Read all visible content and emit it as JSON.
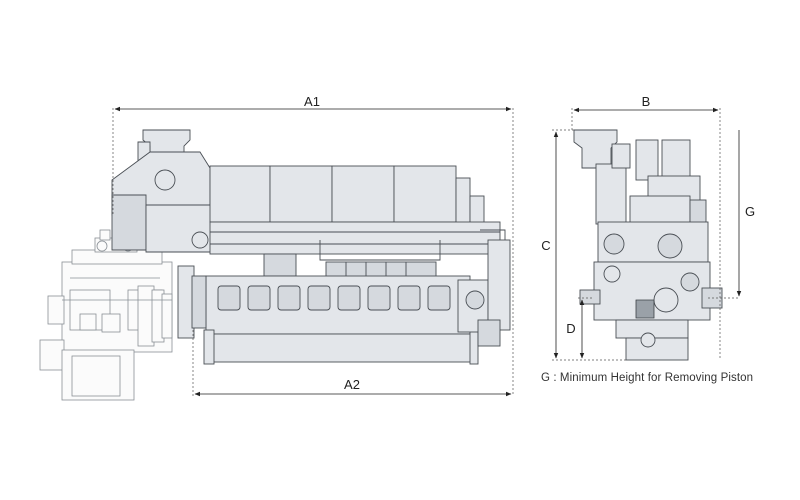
{
  "dimensions": {
    "a1": "A1",
    "a2": "A2",
    "b": "B",
    "c": "C",
    "d": "D",
    "g": "G"
  },
  "note": "G : Minimum Height for Removing Piston",
  "colors": {
    "engine_fill": "#e3e6ea",
    "engine_stroke": "#4a4f55",
    "gearbox_stroke": "#8a9096",
    "dimension_line": "#222222"
  }
}
